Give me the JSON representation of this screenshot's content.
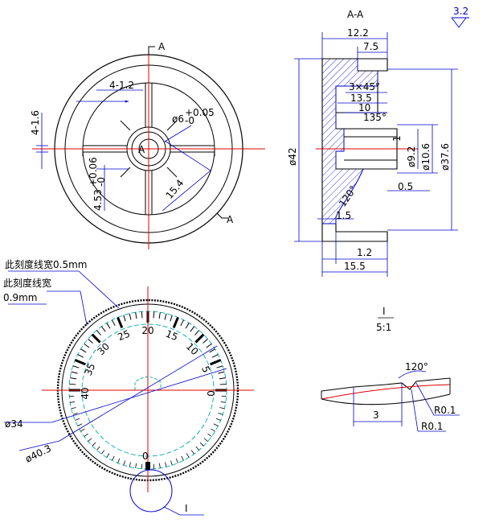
{
  "roughness": "3.2",
  "section_title": "A-A",
  "detail_scale": {
    "name": "I",
    "scale": "5:1"
  },
  "detail_marker": "I",
  "cut_labels": [
    "A",
    "A"
  ],
  "left_view": {
    "slot_width": "4-1.2",
    "side_dim": "4-1.6",
    "hole_dim": "ø6",
    "hole_tol_upper": "+0.05",
    "hole_tol_lower": "-0",
    "depth_dim": "4.53",
    "depth_tol_upper": "+0.06",
    "depth_tol_lower": "-0",
    "radius_dim": "15.4"
  },
  "section_view": {
    "dims": {
      "d12_2": "12.2",
      "d7_5": "7.5",
      "chamfer": "3×45°",
      "d13_5": "13.5",
      "d10": "10",
      "d135": "135°",
      "d1": "1",
      "phi9_2": "ø9.2",
      "phi10_6": "ø10.6",
      "phi37_6": "ø37.6",
      "phi42": "ø42",
      "a120": "120°",
      "d0_5": "0.5",
      "d1_5": "1.5",
      "d1_2": "1.2",
      "d15_5": "15.5"
    }
  },
  "dial": {
    "note_line_05": "此刻度线宽0.5mm",
    "note_line_09a": "此刻度线宽",
    "note_line_09b": "0.9mm",
    "scale_numbers": [
      "0",
      "5",
      "10",
      "15",
      "20",
      "25",
      "30",
      "35",
      "40"
    ],
    "phi34": "ø34",
    "phi40_3": "ø40.3",
    "zero_mark": "0"
  },
  "detail": {
    "angle": "120°",
    "width": "3",
    "r1": "R0.1",
    "r2": "R0.1"
  }
}
